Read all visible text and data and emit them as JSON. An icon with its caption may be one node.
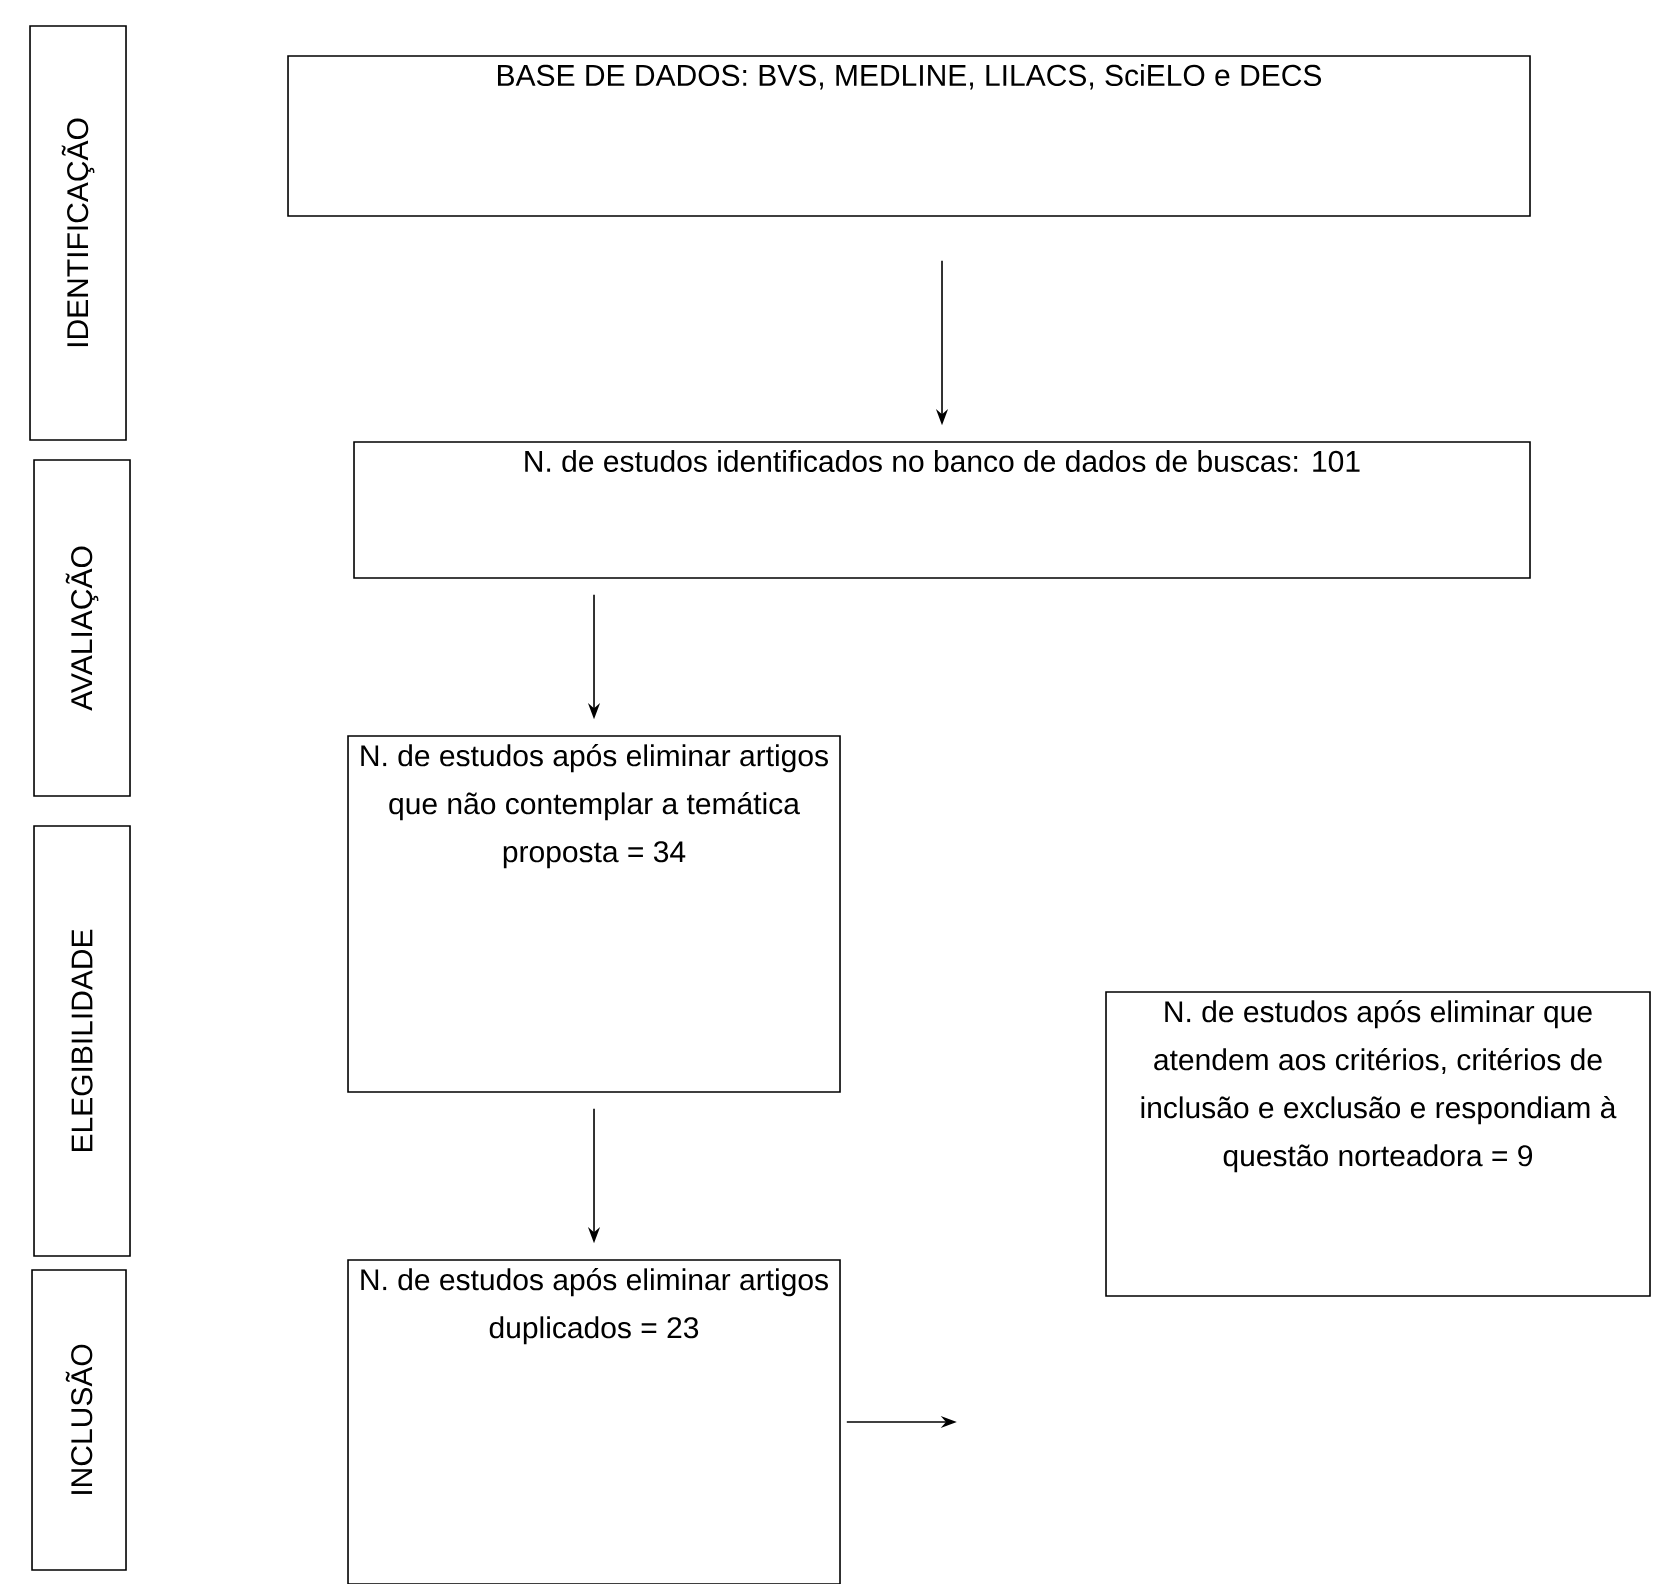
{
  "diagram": {
    "nodes": [
      {
        "text": [
          "IDENTIFICAÇÃO"
        ]
      },
      {
        "text": [
          "AVALIAÇÃO"
        ]
      },
      {
        "text": [
          "ELEGIBILIDADE"
        ]
      },
      {
        "text": [
          "INCLUSÃO"
        ]
      },
      {
        "text": [
          "BASE DE DADOS: BVS, MEDLINE, LILACS, SciELO e DECS"
        ]
      },
      {
        "text": [
          "N. de estudos identificados no banco de dados de buscas: 101"
        ]
      },
      {
        "text": [
          "N. de estudos após eliminar artigos que não contemplar a temática proposta = 34"
        ]
      },
      {
        "text": [
          "N. de estudos após eliminar artigos duplicados = 23"
        ]
      },
      {
        "text": [
          "N. de estudos após eliminar que atendem aos critérios, critérios de inclusão e exclusão e respondiam à questão norteadora = 9"
        ]
      }
    ],
    "edges": [
      {
        "from": 4,
        "to": 5,
        "arrow": "to"
      },
      {
        "from": 5,
        "to": 6,
        "arrow": "to"
      },
      {
        "from": 6,
        "to": 7,
        "arrow": "to"
      },
      {
        "from": 7,
        "to": null,
        "arrow": "to"
      }
    ]
  }
}
